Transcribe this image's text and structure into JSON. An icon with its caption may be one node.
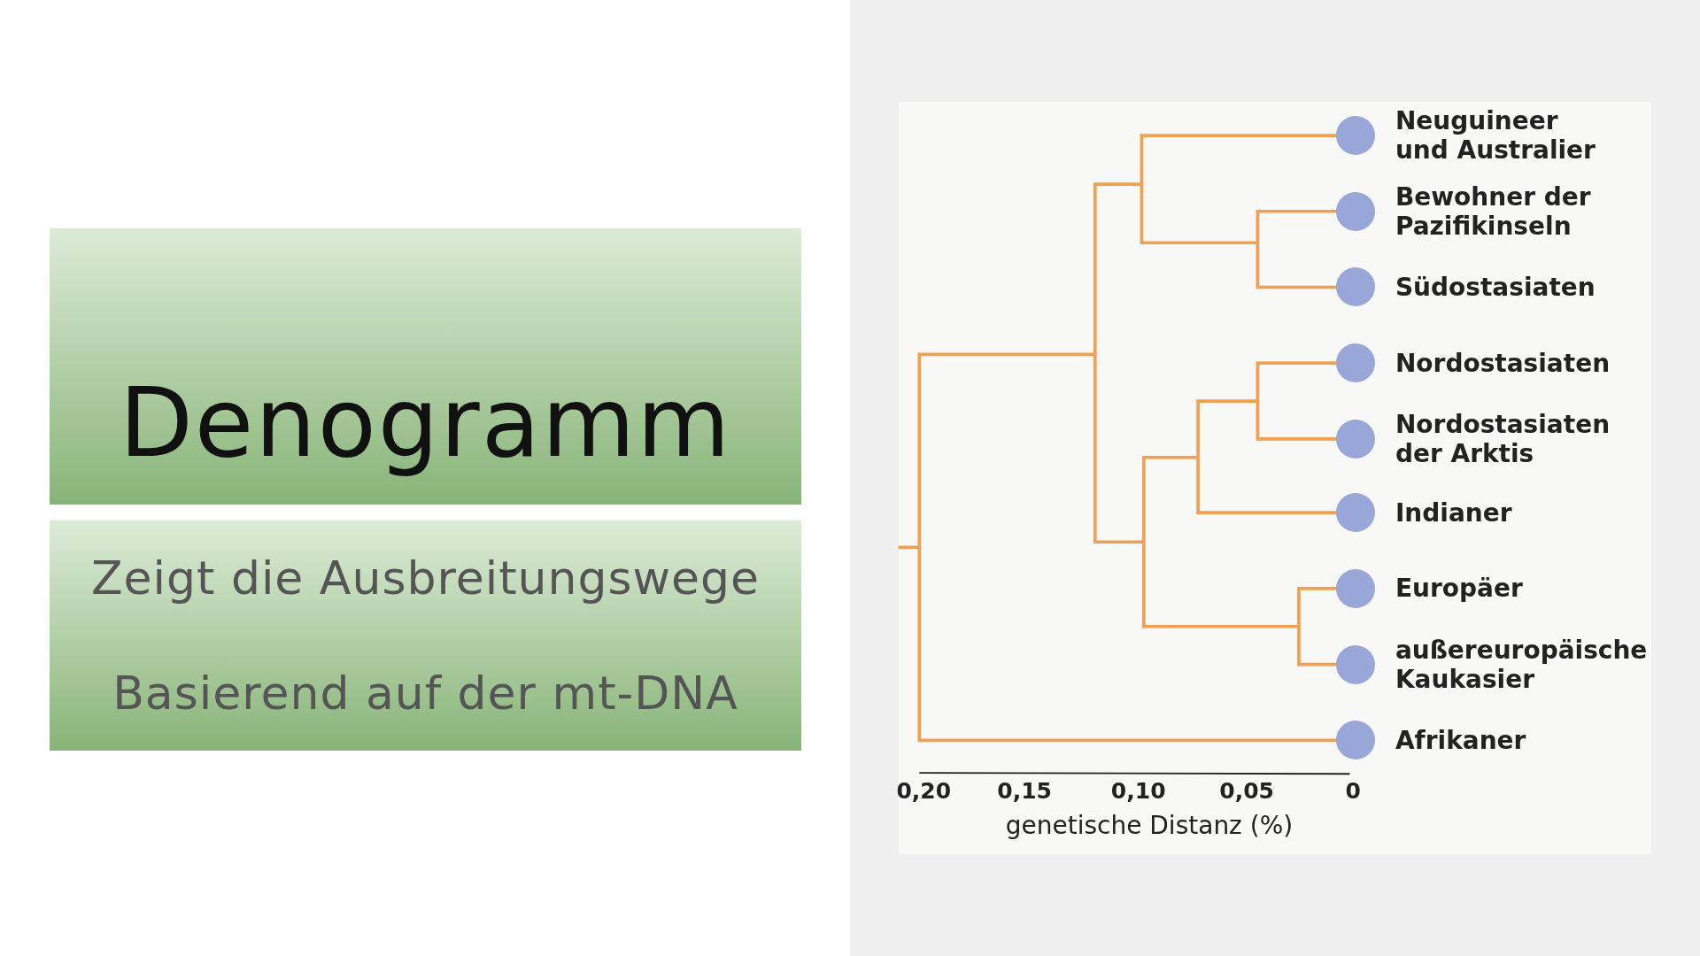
{
  "diagram": {
    "nodes": [
      {
        "text": [
          "Denogramm"
        ]
      },
      {
        "text": [
          "Zeigt die Ausbreitungswege",
          "Basierend auf der mt-DNA"
        ]
      },
      {
        "text": [],
        "shape": "circle",
        "beside": [
          "Neuguineer und Australier"
        ]
      },
      {
        "text": [],
        "shape": "circle",
        "beside": [
          "Bewohner der Pazifikinseln"
        ]
      },
      {
        "text": [],
        "shape": "circle",
        "beside": [
          "Südostasiaten"
        ]
      },
      {
        "text": [],
        "shape": "circle",
        "beside": [
          "Nordostasiaten"
        ]
      },
      {
        "text": [],
        "shape": "circle",
        "beside": [
          "Nordostasiaten der Arktis"
        ]
      },
      {
        "text": [],
        "shape": "circle",
        "beside": [
          "Indianer"
        ]
      },
      {
        "text": [],
        "shape": "circle",
        "beside": [
          "Europäer"
        ]
      },
      {
        "text": [],
        "shape": "circle",
        "beside": [
          "außereuropäische Kaukasier"
        ]
      },
      {
        "text": [],
        "shape": "circle",
        "beside": [
          "Afrikaner"
        ]
      }
    ],
    "labels": [
      "0,20",
      "0,15",
      "0,10",
      "0,05",
      "0",
      "genetische Distanz (%)"
    ]
  }
}
